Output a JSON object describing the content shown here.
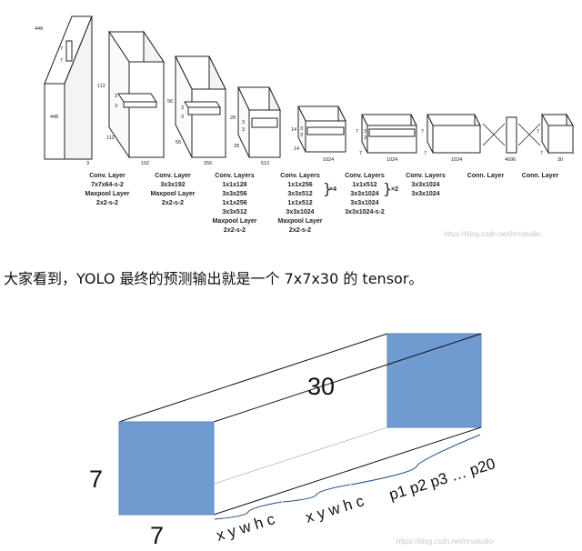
{
  "architecture": {
    "input": {
      "height": "448",
      "width": "448",
      "channels": "3",
      "kernel_h": "7",
      "kernel_w": "7"
    },
    "blocks": [
      {
        "size": "112",
        "size2": "112",
        "depth": "192",
        "k1": "3",
        "k2": "3"
      },
      {
        "size": "56",
        "size2": "56",
        "depth": "256",
        "k1": "3",
        "k2": "3"
      },
      {
        "size": "28",
        "size2": "28",
        "depth": "512",
        "k1": "3",
        "k2": "3"
      },
      {
        "size": "14",
        "size2": "14",
        "depth": "1024",
        "k1": "3",
        "k2": "3"
      },
      {
        "size": "7",
        "size2": "7",
        "depth": "1024",
        "k1": "3",
        "k2": "3"
      },
      {
        "size": "7",
        "size2": "7",
        "depth": "1024"
      },
      {
        "depth": "4096"
      },
      {
        "size": "7",
        "size2": "7",
        "depth": "30"
      }
    ],
    "captions": [
      [
        "Conv. Layer",
        "7x7x64-s-2",
        "Maxpool Layer",
        "2x2-s-2"
      ],
      [
        "Conv. Layer",
        "3x3x192",
        "Maxpool Layer",
        "2x2-s-2"
      ],
      [
        "Conv. Layers",
        "1x1x128",
        "3x3x256",
        "1x1x256",
        "3x3x512",
        "Maxpool Layer",
        "2x2-s-2"
      ],
      [
        "Conv. Layers",
        "1x1x256",
        "3x3x512",
        "1x1x512",
        "3x3x1024",
        "Maxpool Layer",
        "2x2-s-2"
      ],
      [
        "Conv. Layers",
        "1x1x512",
        "3x3x1024",
        "3x3x1024",
        "3x3x1024-s-2"
      ],
      [
        "Conv. Layers",
        "3x3x1024",
        "3x3x1024"
      ],
      [
        "Conn. Layer"
      ],
      [
        "Conn. Layer"
      ]
    ],
    "repeat_labels": [
      "×4",
      "×2"
    ],
    "watermark": "https://blog.csdn.net/hrsstudio"
  },
  "sentence": "大家看到，YOLO 最终的预测输出就是一个 7x7x30 的 tensor。",
  "tensor": {
    "depth_label": "30",
    "height_label": "7",
    "width_label": "7",
    "groups": [
      "x y w h c",
      "x y w h c",
      "p1 p2 p3 … p20"
    ],
    "colors": {
      "face": "#6f9bd0",
      "face_stroke": "#5a84b8",
      "edge": "#111111"
    },
    "watermark": "https://blog.csdn.net/hrsstudio"
  }
}
